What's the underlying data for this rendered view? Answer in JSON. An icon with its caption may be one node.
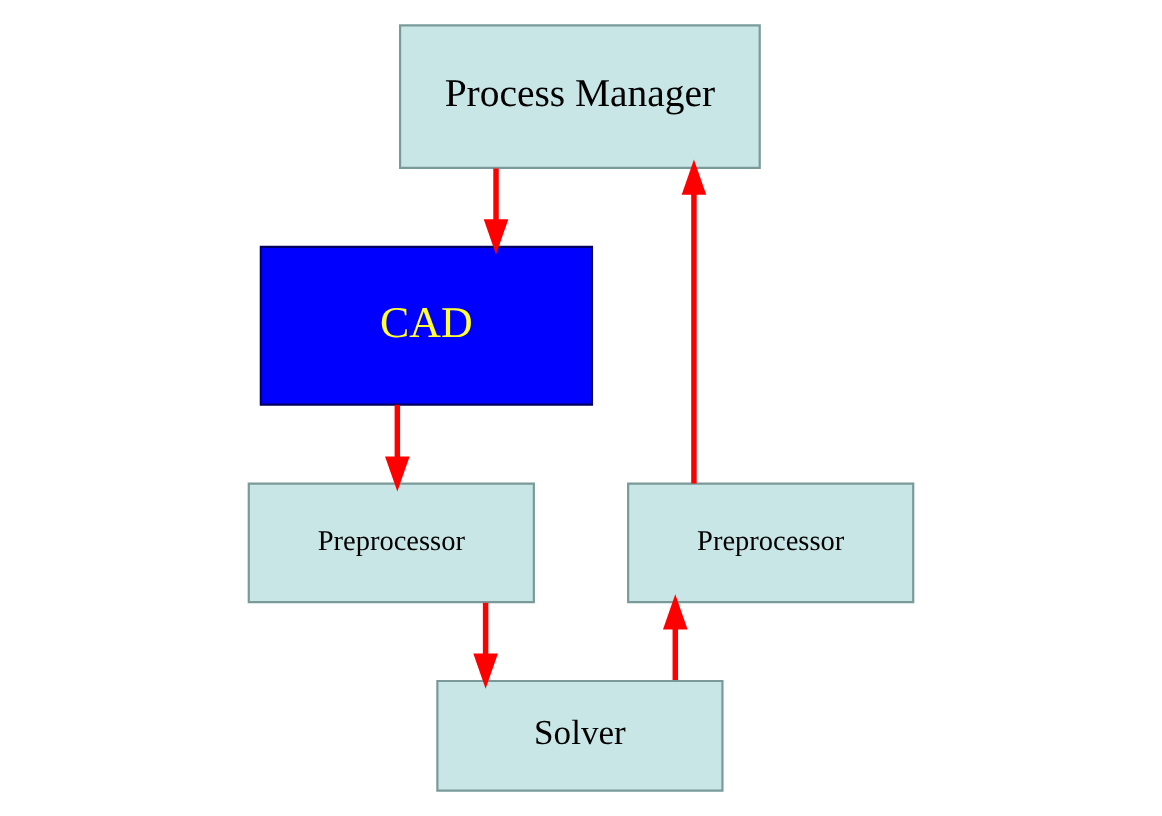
{
  "diagram": {
    "nodes": [
      {
        "text": [
          "Process Manager"
        ]
      },
      {
        "text": [
          "CAD"
        ]
      },
      {
        "text": [
          "Preprocessor"
        ]
      },
      {
        "text": [
          "Solver"
        ]
      },
      {
        "text": [
          "Preprocessor"
        ]
      }
    ],
    "edges": [
      {
        "from": 0,
        "to": 1,
        "arrow": "to"
      },
      {
        "from": 1,
        "to": 2,
        "arrow": "to"
      },
      {
        "from": 2,
        "to": 3,
        "arrow": "to"
      },
      {
        "from": 3,
        "to": 4,
        "arrow": "to"
      },
      {
        "from": 4,
        "to": 0,
        "arrow": "to"
      }
    ]
  }
}
